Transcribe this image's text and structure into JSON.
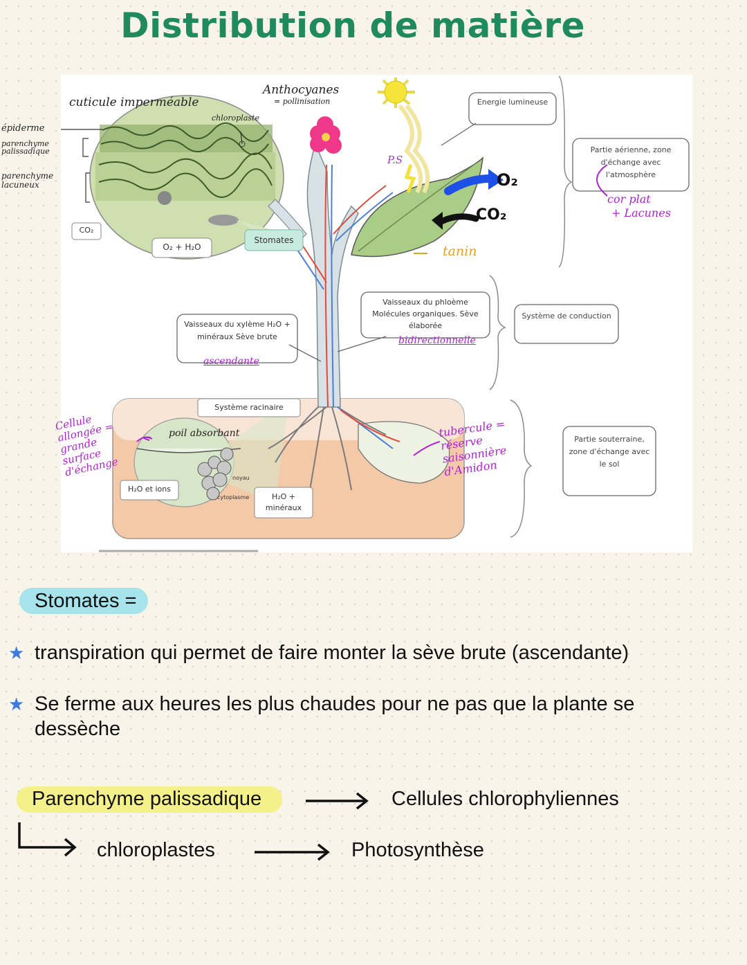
{
  "title": "Distribution de matière",
  "diagram": {
    "handwritten": {
      "cuticule": "cuticule imperméable",
      "epiderme": "épiderme",
      "parenchyme_palissadique": "parenchyme palissadique",
      "parenchyme_lacuneux": "parenchyme lacuneux",
      "chloroplaste": "chloroplaste",
      "anthocyanes": "Anthocyanes",
      "pollinisation": "= pollinisation",
      "ps": "P.S",
      "o2": "O₂",
      "co2": "CO₂",
      "tanin": "tanin",
      "bidirectionnelle": "bidirectionnelle",
      "ascendante": "ascendante",
      "poil_absorbant": "poil absorbant",
      "cellule_allongee": "Cellule allongée = grande surface d'échange",
      "cor_plat": "cor plat",
      "lacunes": "+ Lacunes",
      "tubercule": "tubercule = réserve saisonnière d'Amidon",
      "noyau": "noyau",
      "cytoplasme": "cytoplasme"
    },
    "boxes": {
      "co2_leaf": "CO₂",
      "o2_h2o": "O₂ + H₂O",
      "stomates": "Stomates",
      "energie": "Energie lumineuse",
      "partie_aerienne": "Partie aérienne, zone d'échange avec l'atmosphère",
      "phloeme": "Vaisseaux du phloème Molécules organiques. Sève élaborée",
      "xyleme": "Vaisseaux du xylème H₂O + minéraux Sève brute",
      "conduction": "Système de conduction",
      "racinaire": "Système racinaire",
      "h2o_ions": "H₂O et ions",
      "h2o_mineraux": "H₂O + minéraux",
      "souterraine": "Partie souterraine, zone d'échange avec le sol"
    }
  },
  "notes": {
    "stomates_label": "Stomates =",
    "bullet1": "transpiration qui permet de faire monter la sève brute (ascendante)",
    "bullet2": "Se ferme aux heures les plus chaudes pour ne pas que la plante se dessèche",
    "palissadique": "Parenchyme palissadique",
    "cellules": "Cellules chlorophyliennes",
    "chloroplastes": "chloroplastes",
    "photosynthese": "Photosynthèse"
  },
  "colors": {
    "title_green": "#1e8a5e",
    "pill_cyan": "#a6e3ea",
    "highlight_yellow": "#f3f07a",
    "star_blue": "#3b7be0",
    "handwriting_purple": "#b020d8",
    "arrow_blue": "#1e4fe6"
  }
}
